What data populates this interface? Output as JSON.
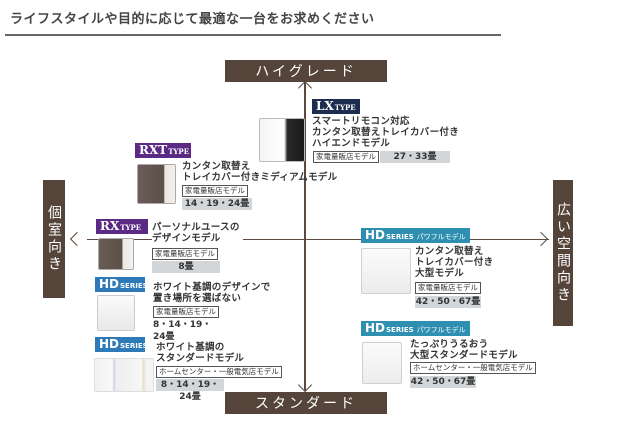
{
  "title": "ライフスタイルや目的に応じて最適な一台をお求めください",
  "axes": {
    "top": "ハイグレード",
    "bottom": "スタンダード",
    "left": "個室向き",
    "right": "広い空間向き"
  },
  "products": [
    {
      "badge_main": "LX",
      "badge_sub": "TYPE",
      "lines": [
        "スマートリモコン対応",
        "カンタン取替えトレイカバー付き",
        "ハイエンドモデル"
      ],
      "channel": "家電量販店モデル",
      "sizes": "27・33畳",
      "badge_color": "#1d2d4f"
    },
    {
      "badge_main": "RXT",
      "badge_sub": "TYPE",
      "lines": [
        "カンタン取替え",
        "トレイカバー付きミディアムモデル"
      ],
      "channel": "家電量販店モデル",
      "sizes": "14・19・24畳",
      "badge_color": "#5b2a84"
    },
    {
      "badge_main": "RX",
      "badge_sub": "TYPE",
      "lines": [
        "パーソナルユースの",
        "デザインモデル"
      ],
      "channel": "家電量販店モデル",
      "sizes": "8畳",
      "badge_color": "#5b2a84"
    },
    {
      "badge_main": "HD",
      "badge_sub": "SERIES",
      "lines": [
        "ホワイト基調のデザインで",
        "置き場所を選ばない"
      ],
      "channel": "家電量販店モデル",
      "sizes": "8・14・19・24畳",
      "badge_color": "#2e7ab8"
    },
    {
      "badge_main": "HD",
      "badge_sub": "SERIES",
      "lines": [
        "ホワイト基調の",
        "スタンダードモデル"
      ],
      "channel": "ホームセンター・一般電気店モデル",
      "sizes": "8・14・19・24畳",
      "badge_color": "#2e7ab8"
    },
    {
      "badge_main": "HD",
      "badge_sub": "SERIES",
      "badge_extra": "パワフルモデル",
      "lines": [
        "カンタン取替え",
        "トレイカバー付き",
        "大型モデル"
      ],
      "channel": "家電量販店モデル",
      "sizes": "42・50・67畳",
      "badge_color": "#2e8fb0"
    },
    {
      "badge_main": "HD",
      "badge_sub": "SERIES",
      "badge_extra": "パワフルモデル",
      "lines": [
        "たっぷりうるおう",
        "大型スタンダードモデル"
      ],
      "channel": "ホームセンター・一般電気店モデル",
      "sizes": "42・50・67畳",
      "badge_color": "#2e8fb0"
    }
  ]
}
